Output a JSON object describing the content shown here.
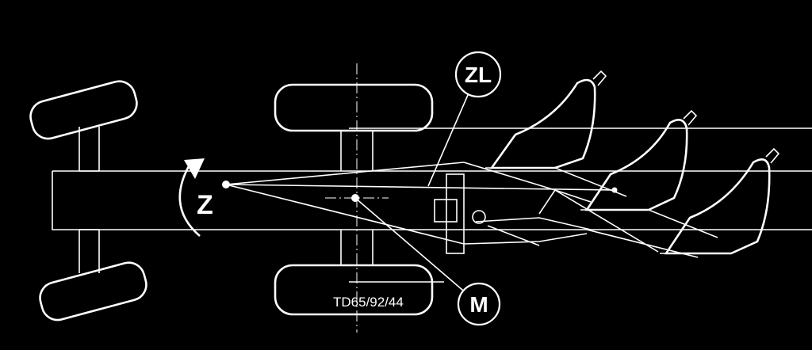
{
  "diagram": {
    "labels": {
      "rotation": "Z",
      "top_callout": "ZL",
      "bottom_callout": "M",
      "drawing_code": "TD65/92/44"
    },
    "colors": {
      "background": "#000000",
      "line": "#ffffff"
    }
  }
}
